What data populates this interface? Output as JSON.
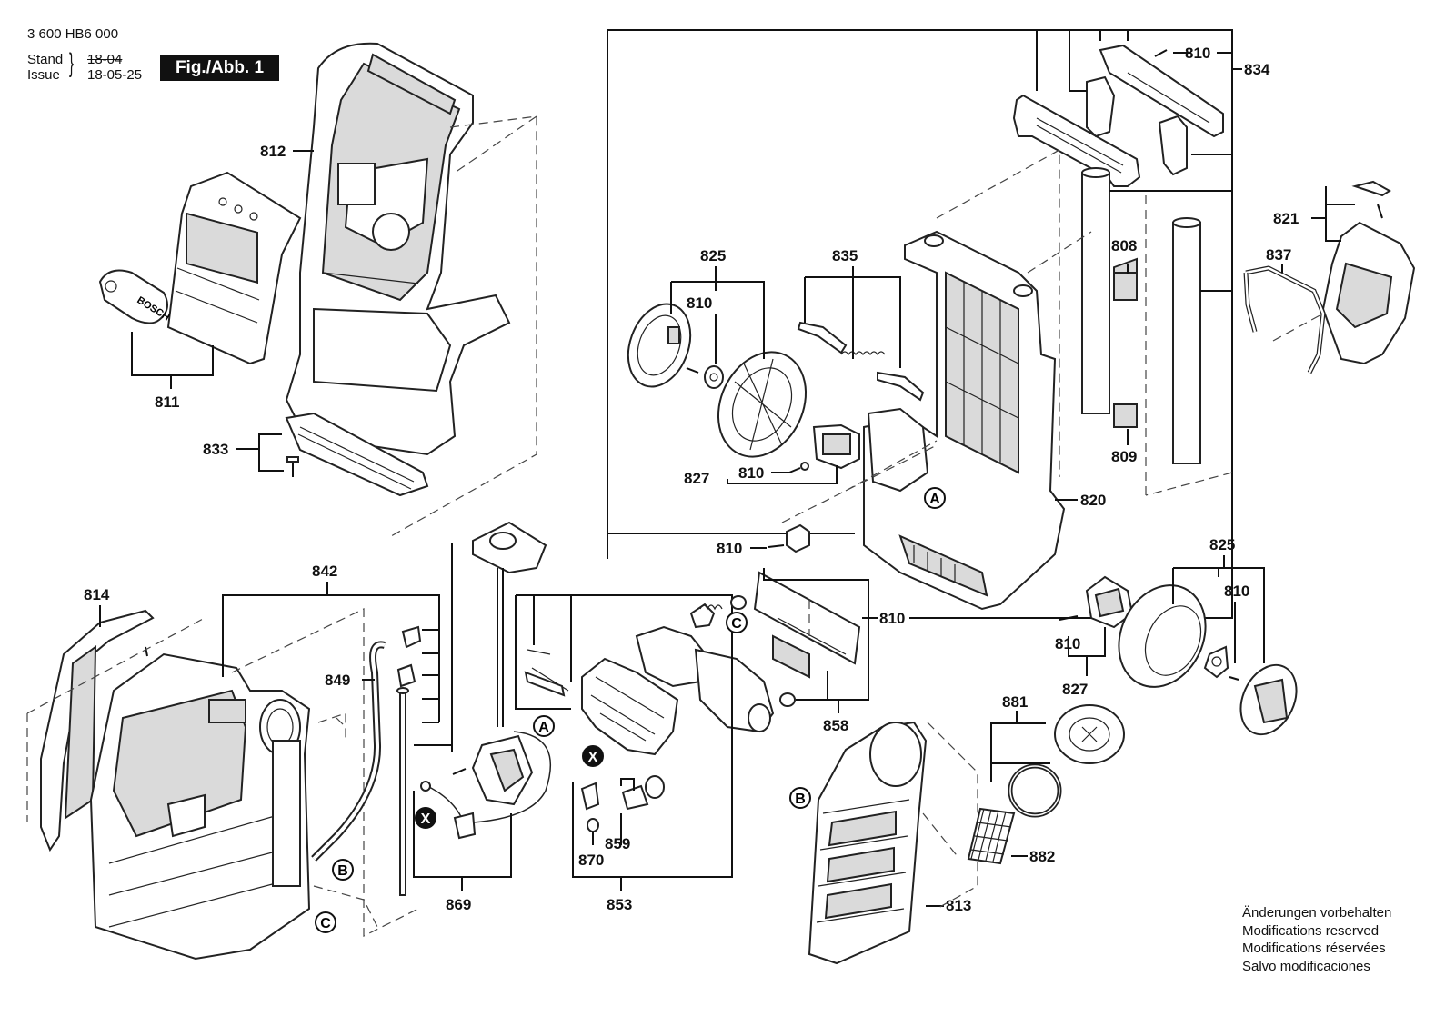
{
  "header": {
    "doc_number": "3 600 HB6 000",
    "stand_label": "Stand",
    "issue_label": "Issue",
    "old_date": "18-04",
    "new_date": "18-05-25",
    "figure_badge": "Fig./Abb. 1"
  },
  "part_labels": {
    "p812": "812",
    "p811": "811",
    "p833": "833",
    "p814": "814",
    "p842": "842",
    "p849": "849",
    "p869": "869",
    "p853": "853",
    "p870": "870",
    "p859": "859",
    "p858": "858",
    "p813": "813",
    "p881": "881",
    "p882": "882",
    "p825_left": "825",
    "p825_right": "825",
    "p835": "835",
    "p810_a": "810",
    "p810_b": "810",
    "p810_c": "810",
    "p810_d": "810",
    "p810_e": "810",
    "p810_f": "810",
    "p810_g": "810",
    "p827_left": "827",
    "p827_right": "827",
    "p834": "834",
    "p808": "808",
    "p809": "809",
    "p820": "820",
    "p821": "821",
    "p837": "837"
  },
  "callouts": {
    "a": "A",
    "b": "B",
    "c": "C",
    "x": "X"
  },
  "notice": {
    "de": "Änderungen vorbehalten",
    "en": "Modifications reserved",
    "fr": "Modifications réservées",
    "es": "Salvo modificaciones"
  },
  "logo_text": "BOSCH"
}
